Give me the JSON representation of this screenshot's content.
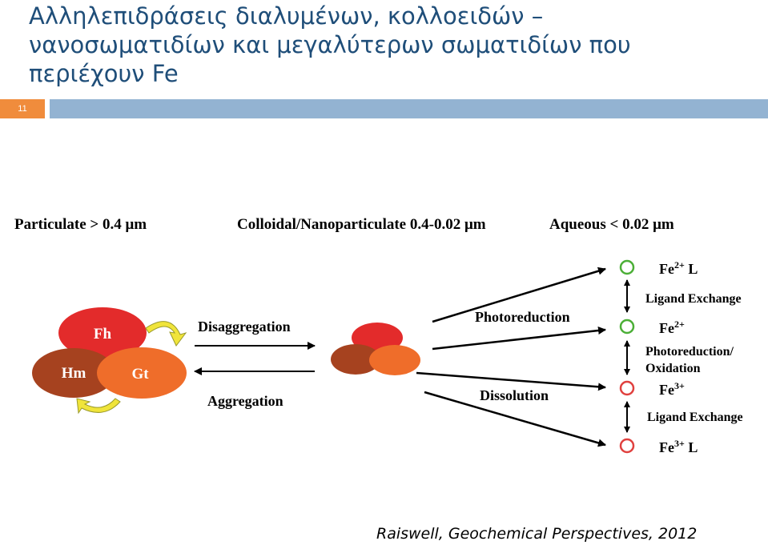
{
  "slide": {
    "title_lines": [
      "Αλληλεπιδράσεις διαλυμένων, κολλοειδών –",
      "νανοσωματιδίων και μεγαλύτερων σωματιδίων που",
      "περιέχουν Fe"
    ],
    "slide_number": "11",
    "citation": "Raiswell, Geochemical Perspectives, 2012"
  },
  "diagram": {
    "size_classes": [
      "Particulate > 0.4 μm",
      "Colloidal/Nanoparticulate 0.4-0.02 μm",
      "Aqueous < 0.02  μm"
    ],
    "particles": [
      "Fh",
      "Hm",
      "Gt"
    ],
    "processes": {
      "disaggregation": "Disaggregation",
      "aggregation": "Aggregation",
      "photoreduction": "Photoreduction",
      "dissolution": "Dissolution"
    },
    "species": [
      {
        "base": "Fe",
        "sup": "2+",
        "suffix": " L",
        "ring_color": "#4caf37"
      },
      {
        "base": "Fe",
        "sup": "2+",
        "suffix": "",
        "ring_color": "#4caf37"
      },
      {
        "base": "Fe",
        "sup": "3+",
        "suffix": "",
        "ring_color": "#e0413f"
      },
      {
        "base": "Fe",
        "sup": "3+",
        "suffix": " L",
        "ring_color": "#e0413f"
      }
    ],
    "exchanges": [
      {
        "lines": [
          "Ligand Exchange"
        ]
      },
      {
        "lines": [
          "Photoreduction/",
          "Oxidation"
        ]
      },
      {
        "lines": [
          "Ligand Exchange"
        ]
      }
    ],
    "colors": {
      "fh": "#e32b2b",
      "hm": "#a6421f",
      "gt": "#ef6d2a",
      "cycle_arrow": "#f0e43a"
    }
  }
}
